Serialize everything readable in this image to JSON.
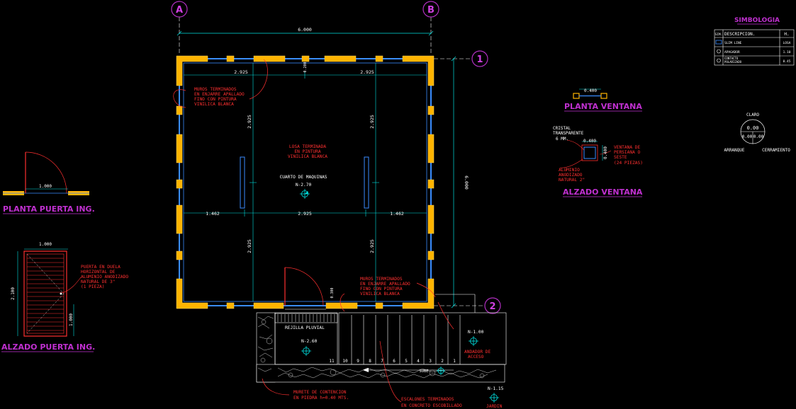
{
  "grid": {
    "axis_a": "A",
    "axis_b": "B",
    "axis_1": "1",
    "axis_2": "2",
    "overall_width": "6.000",
    "overall_height": "6.000"
  },
  "plan": {
    "dims_top": [
      "2.925",
      "2.925"
    ],
    "dims_mid": [
      "1.462",
      "2.925",
      "1.462"
    ],
    "dims_vertical": [
      "2.925",
      "2.925",
      "2.925",
      "2.925"
    ],
    "dim_small_top": "0.200",
    "dim_small_bottom": "0.300",
    "note_walls_top": [
      "MUROS TERMINADOS",
      "EN ENJARRE APALLADO",
      "FINO CON PINTURA",
      "VINILICA BLANCA"
    ],
    "note_slab": [
      "LOSA TERMINADA",
      "EN PINTURA",
      "VINILICA BLANCA"
    ],
    "room_name": "CUARTO DE MAQUINAS",
    "level_room": "N-2.70",
    "note_walls_bottom": [
      "MUROS TERMINADOS",
      "EN ENJARRE APALLADO",
      "FINO CON PINTURA",
      "VINILICA BLANCA"
    ],
    "grate": "REJILLA PLUVIAL",
    "level_stair": "N-2.60",
    "level_landing": "N-1.00",
    "landing_note": [
      "ANDADOR DE",
      "ACCESO"
    ],
    "steps": [
      "11",
      "10",
      "9",
      "8",
      "7",
      "6",
      "5",
      "4",
      "3",
      "2",
      "1"
    ],
    "stair_direction": "SUBE",
    "note_retaining": [
      "MURETE DE CONTENCION",
      "EN PIEDRA h=0.40 MTS."
    ],
    "note_steps": [
      "ESCALONES TERMINADOS",
      "EN CONCRETO ESCOBILLADO"
    ],
    "level_garden": "N-1.15",
    "garden": "JARDIN"
  },
  "door_plan": {
    "dim": "1.000",
    "title": "PLANTA PUERTA ING."
  },
  "door_elev": {
    "dim_width": "1.000",
    "dim_height": "2.100",
    "dim_handle": "1.000",
    "note": [
      "PUERTA EN DUELA",
      "HORIZONTAL DE",
      "ALUMINIO ANODIZADO",
      "NATURAL DE 3\"",
      "(1 PIEZA)"
    ],
    "title": "ALZADO PUERTA ING."
  },
  "window_plan": {
    "dim": "0.400",
    "title": "PLANTA VENTANA"
  },
  "window_elev": {
    "note_glass": [
      "CRISTAL",
      "TRANSPARENTE",
      "6 MM."
    ],
    "dim_width": "0.400",
    "dim_height": "0.400",
    "note_vent": [
      "VENTANA DE",
      "PERSIANA O",
      "SESTE",
      "(24 PIEZAS)"
    ],
    "note_alum": [
      "ALUMINIO",
      "ANODIZADO",
      "NATURAL 2\""
    ],
    "title": "ALZADO VENTANA"
  },
  "legend": {
    "title": "SIMBOLOGIA",
    "head_sym": "SIM.",
    "head_desc": "DESCRIPCION.",
    "head_h": "H.",
    "rows": [
      {
        "desc": "SLIM LINE",
        "h": "LOSA"
      },
      {
        "desc": "APAGADOR",
        "h": "1.10"
      },
      {
        "desc": "CONTACTO",
        "desc2": "POLARIZADO",
        "h": "0.45"
      }
    ]
  },
  "level_symbol": {
    "top": "CLARO",
    "value": "0.00",
    "left": "0.00",
    "right": "0.00",
    "label_left": "ARRANQUE",
    "label_right": "CERRAMIENTO"
  },
  "colors": {
    "wall": "#ffb400",
    "glass": "#3a8dff",
    "dim": "#00e0e0",
    "note": "#ff3030",
    "title": "#c030d0",
    "text": "#ffffff",
    "axis": "#b02fc0"
  }
}
